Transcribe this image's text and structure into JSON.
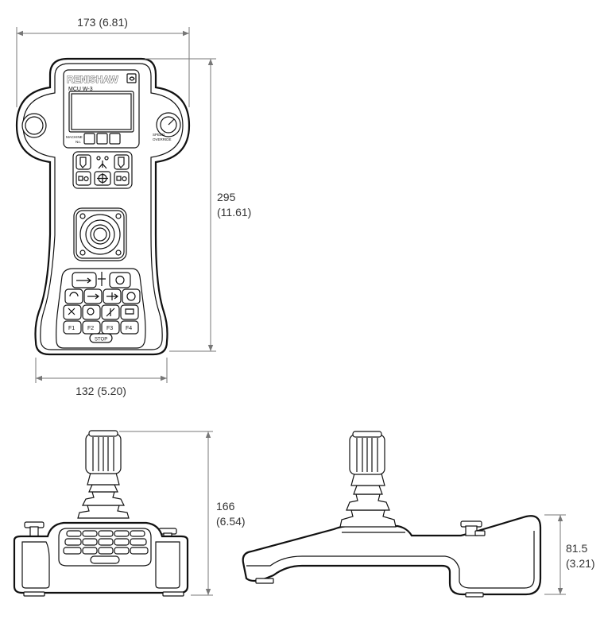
{
  "diagram": {
    "front_view": {
      "brand": "RENISHAW",
      "model": "MCU W-3",
      "machine_label": "MACHINE",
      "machine_number_label": "No.",
      "speed_override_top": "SPEED",
      "speed_override_bottom": "OVERRIDE",
      "function_keys": [
        "F1",
        "F2",
        "F3",
        "F4"
      ],
      "stop_label": "STOP"
    },
    "dimensions": {
      "overall_width": "173 (6.81)",
      "base_width": "132 (5.20)",
      "length_mm": "295",
      "length_in": "(11.61)",
      "height_mm": "166",
      "height_in": "(6.54)",
      "side_height_mm": "81.5",
      "side_height_in": "(3.21)"
    }
  }
}
